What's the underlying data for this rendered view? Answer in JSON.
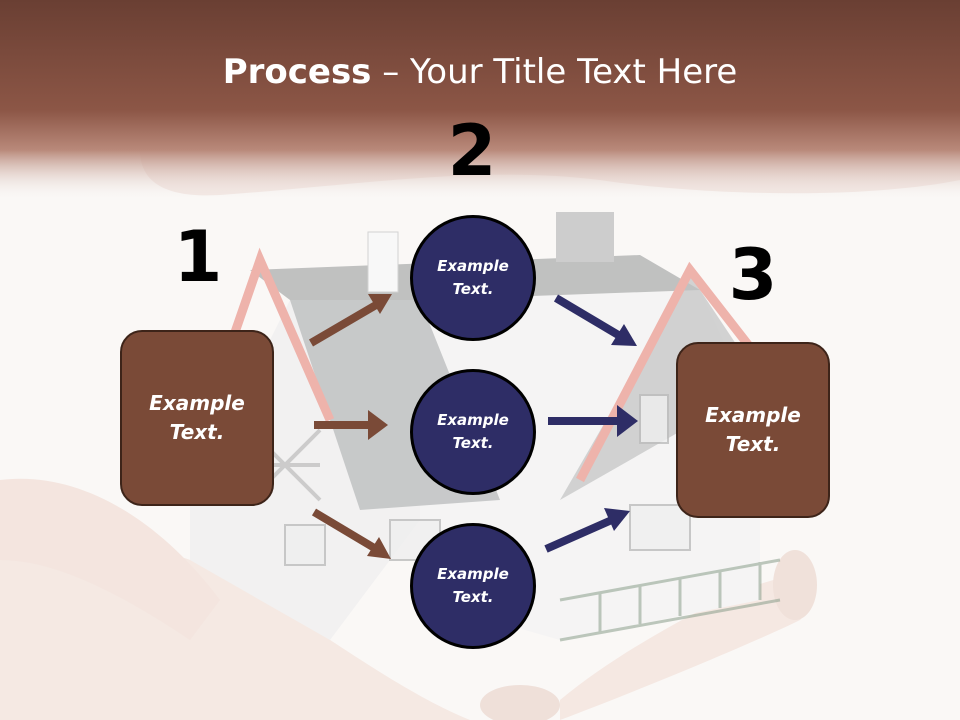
{
  "title": {
    "bold": "Process",
    "rest": " – Your Title Text Here"
  },
  "steps": {
    "one": "1",
    "two": "2",
    "three": "3"
  },
  "left_box": {
    "label": "Example\nText."
  },
  "right_box": {
    "label": "Example\nText."
  },
  "circles": [
    {
      "label": "Example\nText."
    },
    {
      "label": "Example\nText."
    },
    {
      "label": "Example\nText."
    }
  ],
  "colors": {
    "header": "#8a5444",
    "box_fill": "#7a4a37",
    "circle_fill": "#2e2d66",
    "arrow_brown": "#7a4a37",
    "arrow_navy": "#2e2d66"
  }
}
